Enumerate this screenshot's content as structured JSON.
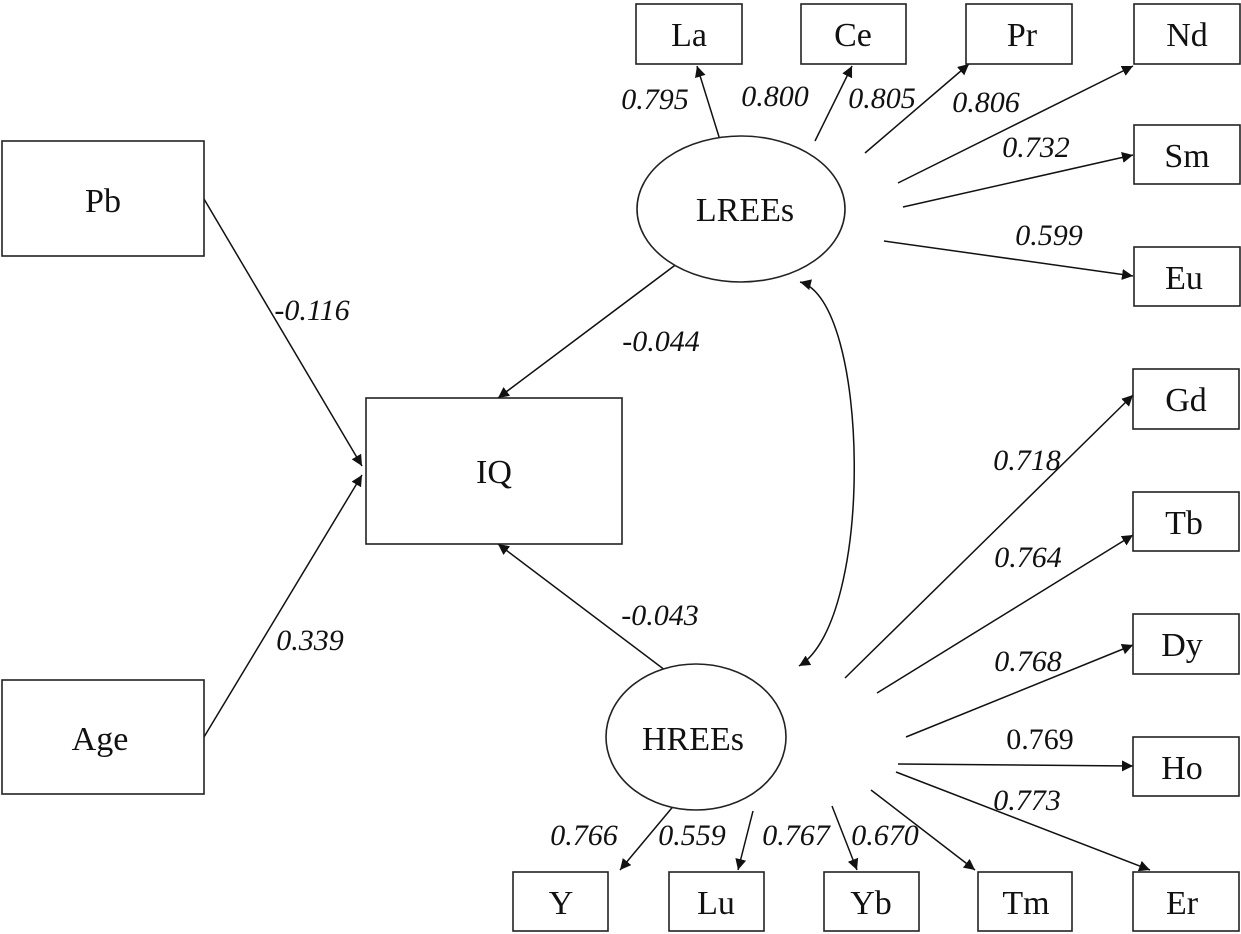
{
  "diagram": {
    "type": "structural-equation-model",
    "observed": {
      "Pb": "Pb",
      "Age": "Age",
      "IQ": "IQ",
      "La": "La",
      "Ce": "Ce",
      "Pr": "Pr",
      "Nd": "Nd",
      "Sm": "Sm",
      "Eu": "Eu",
      "Gd": "Gd",
      "Tb": "Tb",
      "Dy": "Dy",
      "Ho": "Ho",
      "Er": "Er",
      "Y": "Y",
      "Lu": "Lu",
      "Yb": "Yb",
      "Tm": "Tm"
    },
    "latent": {
      "LREEs": "LREEs",
      "HREEs": "HREEs"
    },
    "paths": [
      {
        "from": "Pb",
        "to": "IQ",
        "coef": "-0.116"
      },
      {
        "from": "Age",
        "to": "IQ",
        "coef": "0.339"
      },
      {
        "from": "LREEs",
        "to": "IQ",
        "coef": "-0.044"
      },
      {
        "from": "HREEs",
        "to": "IQ",
        "coef": "-0.043"
      },
      {
        "from": "LREEs",
        "to": "La",
        "coef": "0.795"
      },
      {
        "from": "LREEs",
        "to": "Ce",
        "coef": "0.800"
      },
      {
        "from": "LREEs",
        "to": "Pr",
        "coef": "0.805"
      },
      {
        "from": "LREEs",
        "to": "Nd",
        "coef": "0.806"
      },
      {
        "from": "LREEs",
        "to": "Sm",
        "coef": "0.732"
      },
      {
        "from": "LREEs",
        "to": "Eu",
        "coef": "0.599"
      },
      {
        "from": "HREEs",
        "to": "Gd",
        "coef": "0.718"
      },
      {
        "from": "HREEs",
        "to": "Tb",
        "coef": "0.764"
      },
      {
        "from": "HREEs",
        "to": "Dy",
        "coef": "0.768"
      },
      {
        "from": "HREEs",
        "to": "Ho",
        "coef": "0.769"
      },
      {
        "from": "HREEs",
        "to": "Er",
        "coef": "0.773"
      },
      {
        "from": "HREEs",
        "to": "Y",
        "coef": "0.766"
      },
      {
        "from": "HREEs",
        "to": "Lu",
        "coef": "0.559"
      },
      {
        "from": "HREEs",
        "to": "Yb",
        "coef": "0.767"
      },
      {
        "from": "HREEs",
        "to": "Tm",
        "coef": "0.670"
      }
    ],
    "covariances": [
      {
        "between": [
          "LREEs",
          "HREEs"
        ],
        "coef": ""
      }
    ]
  }
}
